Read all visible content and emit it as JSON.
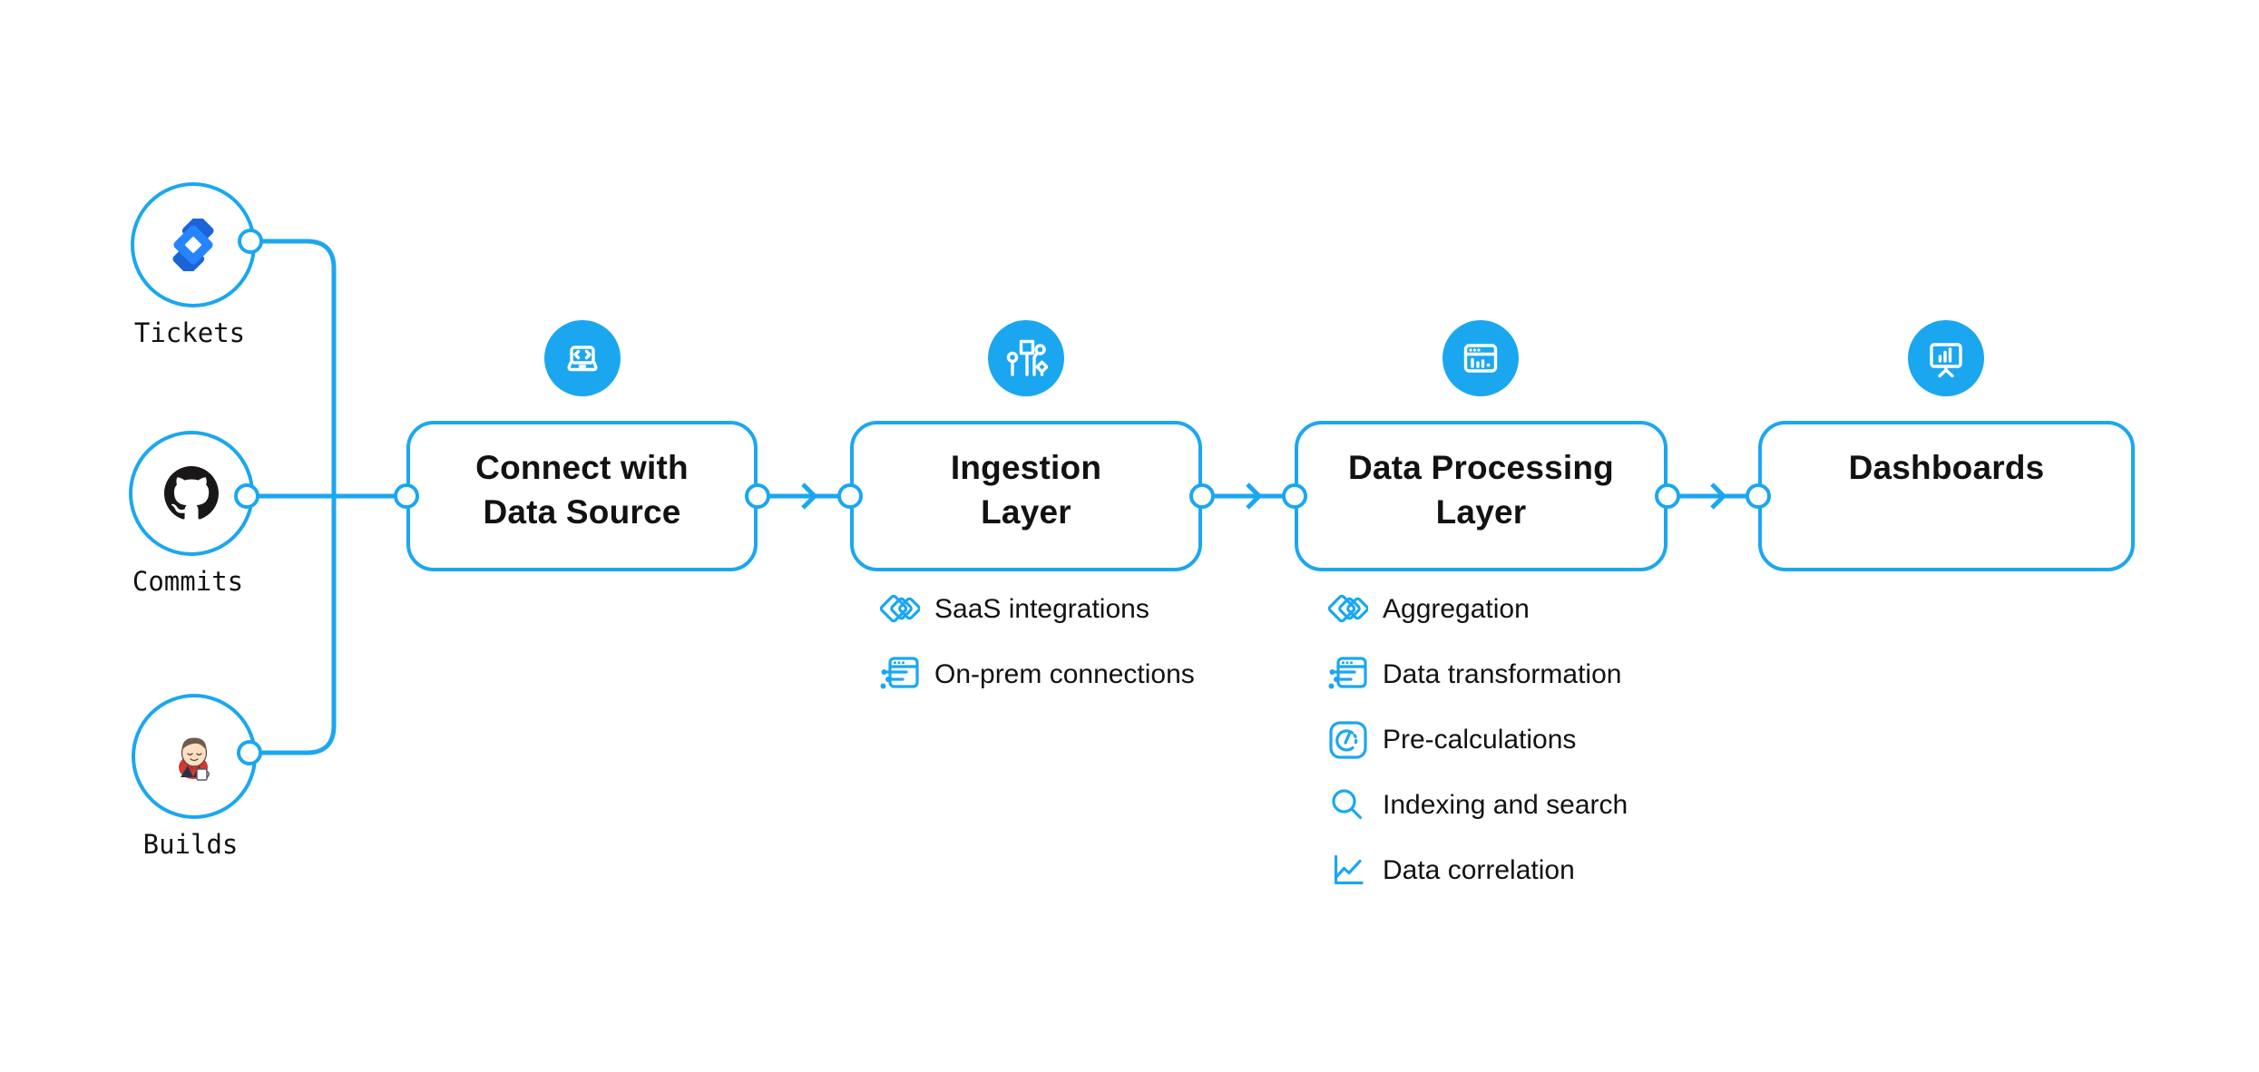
{
  "colors": {
    "accent": "#1BA7F0",
    "text": "#121212",
    "background": "#FFFFFF",
    "jira_blue": "#2684FF",
    "jira_dark_blue": "#1B63D6",
    "github_black": "#191717",
    "jenkins_red": "#D33833"
  },
  "sources": [
    {
      "label": "Tickets",
      "icon": "jira-logo-icon"
    },
    {
      "label": "Commits",
      "icon": "github-logo-icon"
    },
    {
      "label": "Builds",
      "icon": "jenkins-logo-icon"
    }
  ],
  "stages": [
    {
      "id": "connect",
      "badge_icon": "laptop-code-icon",
      "lines": [
        "Connect with",
        "Data Source"
      ],
      "items": []
    },
    {
      "id": "ingestion",
      "badge_icon": "circuit-nodes-icon",
      "lines": [
        "Ingestion",
        "Layer"
      ],
      "items": [
        {
          "label": "SaaS integrations",
          "icon": "layered-diamonds-icon"
        },
        {
          "label": "On-prem connections",
          "icon": "window-sliders-icon"
        }
      ]
    },
    {
      "id": "processing",
      "badge_icon": "window-bar-chart-icon",
      "lines": [
        "Data Processing",
        "Layer"
      ],
      "items": [
        {
          "label": "Aggregation",
          "icon": "layered-diamonds-icon"
        },
        {
          "label": "Data transformation",
          "icon": "window-sliders-icon"
        },
        {
          "label": "Pre-calculations",
          "icon": "gauge-icon"
        },
        {
          "label": "Indexing and search",
          "icon": "magnifier-icon"
        },
        {
          "label": "Data correlation",
          "icon": "line-chart-icon"
        }
      ]
    },
    {
      "id": "dashboards",
      "badge_icon": "presentation-chart-icon",
      "lines": [
        "Dashboards"
      ],
      "items": []
    }
  ]
}
